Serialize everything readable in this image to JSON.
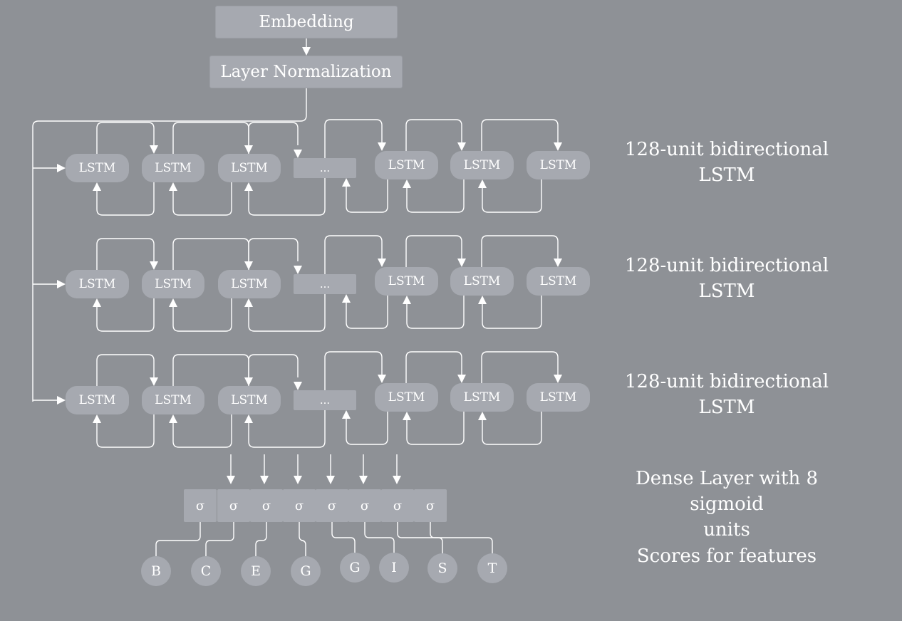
{
  "top": {
    "embedding": "Embedding",
    "layer_norm": "Layer Normalization"
  },
  "lstm_rows": [
    {
      "cells": [
        "LSTM",
        "LSTM",
        "LSTM",
        "...",
        "LSTM",
        "LSTM",
        "LSTM"
      ],
      "label_line1": "128-unit bidirectional",
      "label_line2": "LSTM"
    },
    {
      "cells": [
        "LSTM",
        "LSTM",
        "LSTM",
        "...",
        "LSTM",
        "LSTM",
        "LSTM"
      ],
      "label_line1": "128-unit bidirectional",
      "label_line2": "LSTM"
    },
    {
      "cells": [
        "LSTM",
        "LSTM",
        "LSTM",
        "...",
        "LSTM",
        "LSTM",
        "LSTM"
      ],
      "label_line1": "128-unit bidirectional",
      "label_line2": "LSTM"
    }
  ],
  "dense": {
    "units": [
      "σ",
      "σ",
      "σ",
      "σ",
      "σ",
      "σ",
      "σ",
      "σ"
    ],
    "label_line1": "Dense Layer with 8 sigmoid",
    "label_line2": "units"
  },
  "features": {
    "letters": [
      "B",
      "C",
      "E",
      "G",
      "G",
      "I",
      "S",
      "T"
    ],
    "label": "Scores for features"
  }
}
